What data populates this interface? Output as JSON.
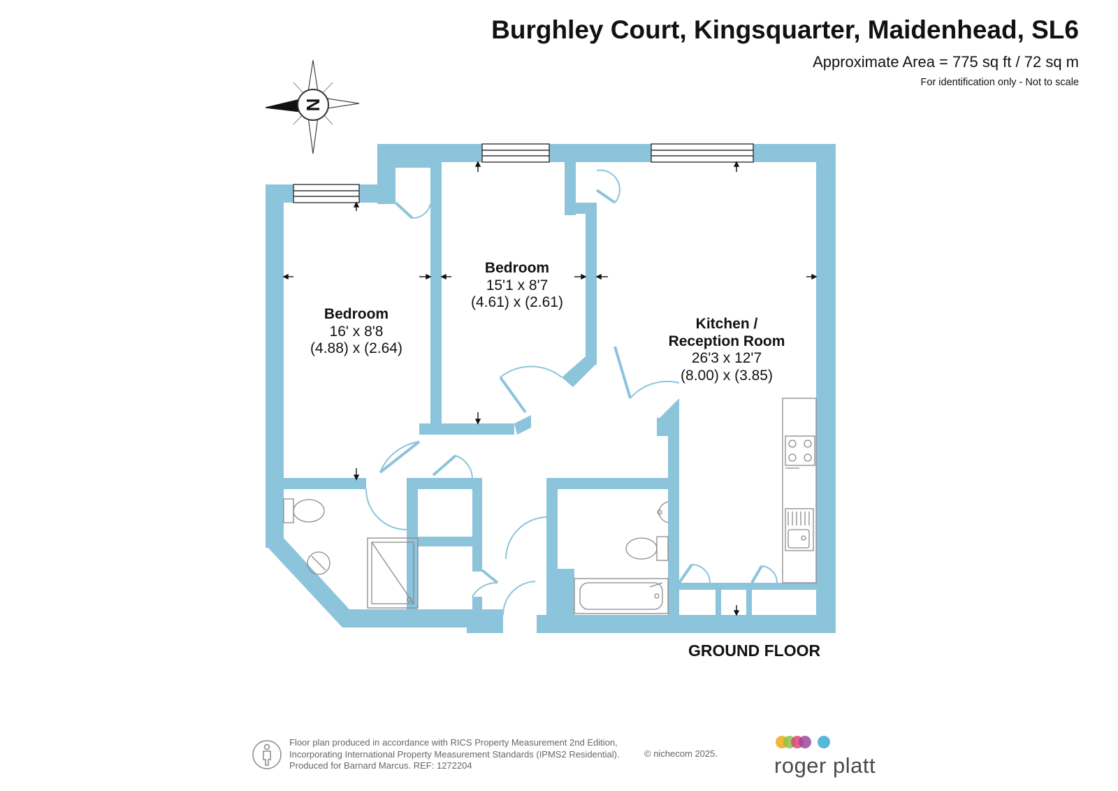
{
  "header": {
    "title": "Burghley Court, Kingsquarter, Maidenhead, SL6",
    "area": "Approximate Area = 775 sq ft / 72 sq m",
    "note": "For identification only - Not to scale"
  },
  "compass": {
    "letter": "N"
  },
  "rooms": [
    {
      "name": "Bedroom",
      "imperial": "16' x 8'8",
      "metric": "(4.88) x (2.64)"
    },
    {
      "name": "Bedroom",
      "imperial": "15'1 x 8'7",
      "metric": "(4.61) x (2.61)"
    },
    {
      "name_line1": "Kitchen /",
      "name_line2": "Reception Room",
      "imperial": "26'3 x 12'7",
      "metric": "(8.00) x (3.85)"
    }
  ],
  "floor_label": "GROUND FLOOR",
  "footer": {
    "line1": "Floor plan produced in accordance with RICS Property Measurement 2nd Edition,",
    "line2": "Incorporating International Property Measurement Standards (IPMS2 Residential).",
    "line3": "Produced for Barnard Marcus.   REF:  1272204",
    "copyright": "© nichecom 2025."
  },
  "brand": {
    "name": "roger platt",
    "dot_colors": [
      "#f2b63a",
      "#8cc34a",
      "#e0457b",
      "#9b4a9c",
      "#58b8d8"
    ]
  },
  "colors": {
    "wall": "#8cc4dc"
  }
}
